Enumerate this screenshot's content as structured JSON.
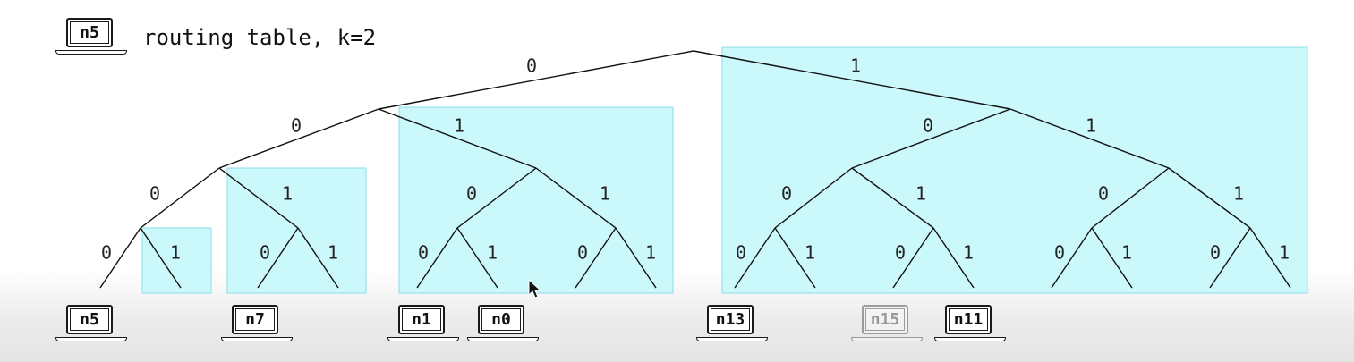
{
  "header": {
    "node_label": "n5",
    "title": "routing table, k=2"
  },
  "edge_labels": {
    "root": [
      "0",
      "1"
    ],
    "l1_left": [
      "0",
      "1"
    ],
    "l1_right": [
      "0",
      "1"
    ],
    "l2": [
      "0",
      "1",
      "0",
      "1",
      "0",
      "1",
      "0",
      "1"
    ],
    "l3": [
      "0",
      "1",
      "0",
      "1",
      "0",
      "1",
      "0",
      "1",
      "0",
      "1",
      "0",
      "1",
      "0",
      "1",
      "0",
      "1"
    ]
  },
  "nodes": [
    {
      "label": "n5",
      "faded": false
    },
    {
      "label": "n7",
      "faded": false
    },
    {
      "label": "n1",
      "faded": false
    },
    {
      "label": "n0",
      "faded": false
    },
    {
      "label": "n13",
      "faded": false
    },
    {
      "label": "n15",
      "faded": true
    },
    {
      "label": "n11",
      "faded": false
    }
  ],
  "colors": {
    "bucket_fill": "#cbf8fb",
    "bucket_border": "#8fdde6",
    "edge": "#111111"
  }
}
